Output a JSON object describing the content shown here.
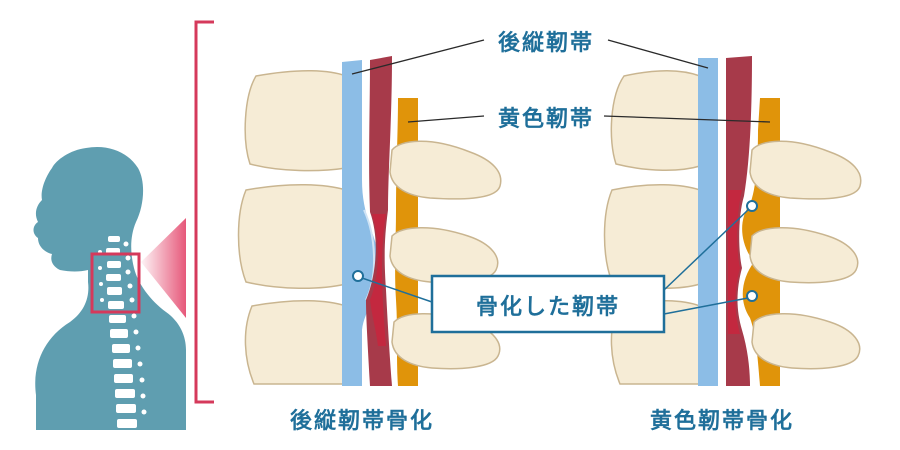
{
  "labels": {
    "posterior_ligament": "後縦靭帯",
    "yellow_ligament": "黄色靭帯",
    "ossified_ligament": "骨化した靭帯",
    "caption_left": "後縦靭帯骨化",
    "caption_right": "黄色靭帯骨化"
  },
  "colors": {
    "text": "#1f6f9a",
    "bracket": "#d5395b",
    "body_silhouette": "#5f9eb0",
    "bone": "#f6ecd6",
    "bone_outline": "#c9b590",
    "posterior_ligament": "#8cbde6",
    "spinal_cord": "#a73a4a",
    "spinal_cord_inner": "#c3283f",
    "yellow_ligament": "#e0940a",
    "ossified_patch": "#f5e2a0",
    "leader_line": "#2a2a2a"
  }
}
